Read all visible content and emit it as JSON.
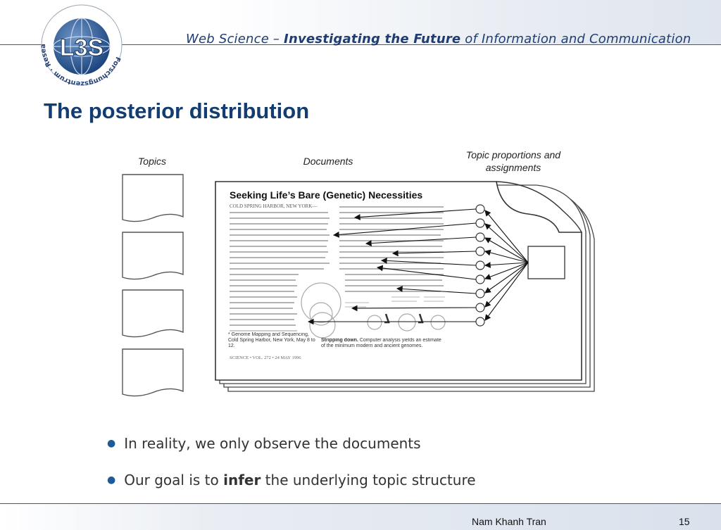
{
  "header": {
    "tagline_prefix": "Web Science – ",
    "tagline_bold": "Investigating the Future",
    "tagline_suffix": " of Information and Communication",
    "logo": {
      "ring_text": "Forschungszentrum · Research Center",
      "monogram": "L3S"
    }
  },
  "slide": {
    "title": "The posterior distribution"
  },
  "figure": {
    "topics_label": "Topics",
    "documents_label": "Documents",
    "proportions_label_line1": "Topic proportions and",
    "proportions_label_line2": "assignments",
    "article": {
      "headline": "Seeking Life’s Bare (Genetic) Necessities",
      "dateline": "COLD SPRING HARBOR, NEW YORK—",
      "caption_left": "* Genome Mapping and Sequencing, Cold Spring Harbor, New York, May 8 to 12.",
      "caption_right_bold": "Stripping down.",
      "caption_right": " Computer analysis yields an estimate of the minimum modern and ancient genomes.",
      "footer": "SCIENCE • VOL. 272 • 24 MAY 1996"
    }
  },
  "bullets": [
    {
      "pre": "In reality, we only observe the documents",
      "bold": "",
      "post": ""
    },
    {
      "pre": "Our goal is to ",
      "bold": "infer",
      "post": " the underlying topic structure"
    }
  ],
  "footer": {
    "author": "Nam Khanh Tran",
    "page": "15"
  },
  "colors": {
    "brand_blue": "#133c70",
    "bullet_blue": "#1f5a9a"
  }
}
